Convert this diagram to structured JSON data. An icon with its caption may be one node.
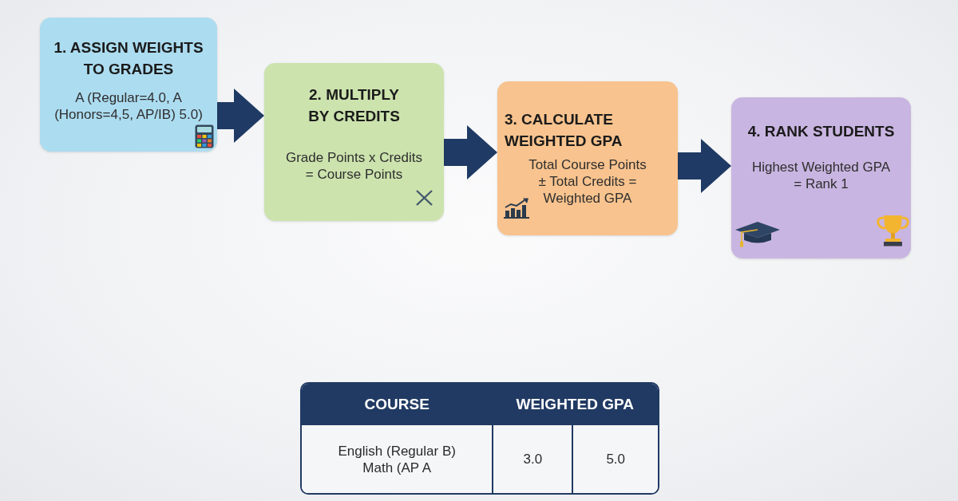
{
  "diagram": {
    "nodes": [
      {
        "text": [
          "1. ASSIGN WEIGHTS TO GRADES",
          "A (Regular=4.0, A (Honors=4,5, AP/IB) 5.0)"
        ]
      },
      {
        "text": [
          "2. MULTIPLY BY CREDITS",
          "Grade Points x Credits = Course Points"
        ]
      },
      {
        "text": [
          "3. CALCULATE WEIGHTED GPA",
          "Total Course Points ± Total Credits = Weighted GPA"
        ]
      },
      {
        "text": [
          "4. RANK STUDENTS",
          "Highest Weighted GPA = Rank 1"
        ]
      }
    ],
    "edges": [
      {
        "from": 0,
        "to": 1,
        "arrow": "to",
        "style": "thick"
      },
      {
        "from": 1,
        "to": 2,
        "arrow": "to",
        "style": "thick"
      },
      {
        "from": 2,
        "to": 3,
        "arrow": "to",
        "style": "thick"
      }
    ],
    "labels": [
      "COURSE",
      "WEIGHTED GPA",
      "English (Regular B) Math (AP A",
      "3.0",
      "5.0"
    ]
  }
}
